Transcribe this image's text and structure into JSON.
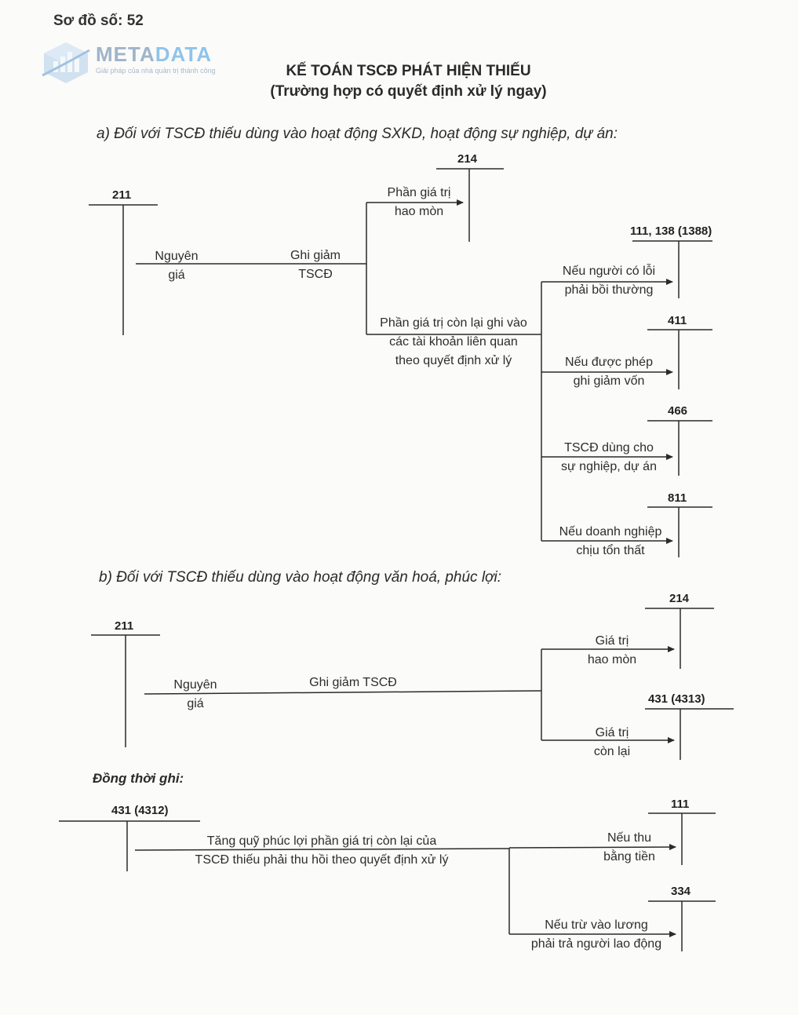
{
  "diagram_no": "Sơ đồ số: 52",
  "logo": {
    "brand_meta": "META",
    "brand_data": "DATA",
    "tagline": "Giải pháp của nhà quản trị thành công",
    "icon": "metadata-cube-logo",
    "color_gray": "#9fb4c9",
    "color_blue": "#8fc4ea"
  },
  "title": "KẾ TOÁN TSCĐ PHÁT HIỆN THIẾU",
  "subtitle": "(Trường hợp có quyết định xử lý ngay)",
  "section_a": {
    "heading": "a) Đối với TSCĐ thiếu dùng vào hoạt động SXKD, hoạt động sự nghiệp, dự án:",
    "acct_211": "211",
    "acct_214": "214",
    "acct_111_138": "111, 138 (1388)",
    "acct_411": "411",
    "acct_466": "466",
    "acct_811": "811",
    "nguyen_gia": [
      "Nguyên",
      "giá"
    ],
    "ghi_giam": [
      "Ghi giảm",
      "TSCĐ"
    ],
    "hao_mon": [
      "Phần giá trị",
      "hao mòn"
    ],
    "con_lai": [
      "Phần giá trị còn lại ghi vào",
      "các tài khoản liên quan",
      "theo quyết định xử lý"
    ],
    "nguoi_co_loi": [
      "Nếu người có lỗi",
      "phải bồi thường"
    ],
    "giam_von": [
      "Nếu được phép",
      "ghi giảm vốn"
    ],
    "su_nghiep": [
      "TSCĐ dùng cho",
      "sự nghiệp, dự án"
    ],
    "ton_that": [
      "Nếu doanh nghiệp",
      "chịu tổn thất"
    ]
  },
  "section_b": {
    "heading": "b) Đối với TSCĐ thiếu dùng vào hoạt động văn hoá, phúc lợi:",
    "acct_211": "211",
    "acct_214": "214",
    "acct_431_4313": "431 (4313)",
    "nguyen_gia": [
      "Nguyên",
      "giá"
    ],
    "ghi_giam": "Ghi giảm TSCĐ",
    "hao_mon": [
      "Giá trị",
      "hao mòn"
    ],
    "con_lai": [
      "Giá trị",
      "còn lại"
    ]
  },
  "section_c": {
    "heading": "Đồng thời ghi:",
    "acct_431_4312": "431 (4312)",
    "acct_111": "111",
    "acct_334": "334",
    "tang_quy": [
      "Tăng quỹ phúc lợi phần giá trị còn lại của",
      "TSCĐ thiếu phải thu hồi theo quyết định xử lý"
    ],
    "bang_tien": [
      "Nếu thu",
      "bằng tiền"
    ],
    "tru_luong": [
      "Nếu trừ vào lương",
      "phải trả người lao động"
    ]
  },
  "line_color": "#2b2b2b"
}
